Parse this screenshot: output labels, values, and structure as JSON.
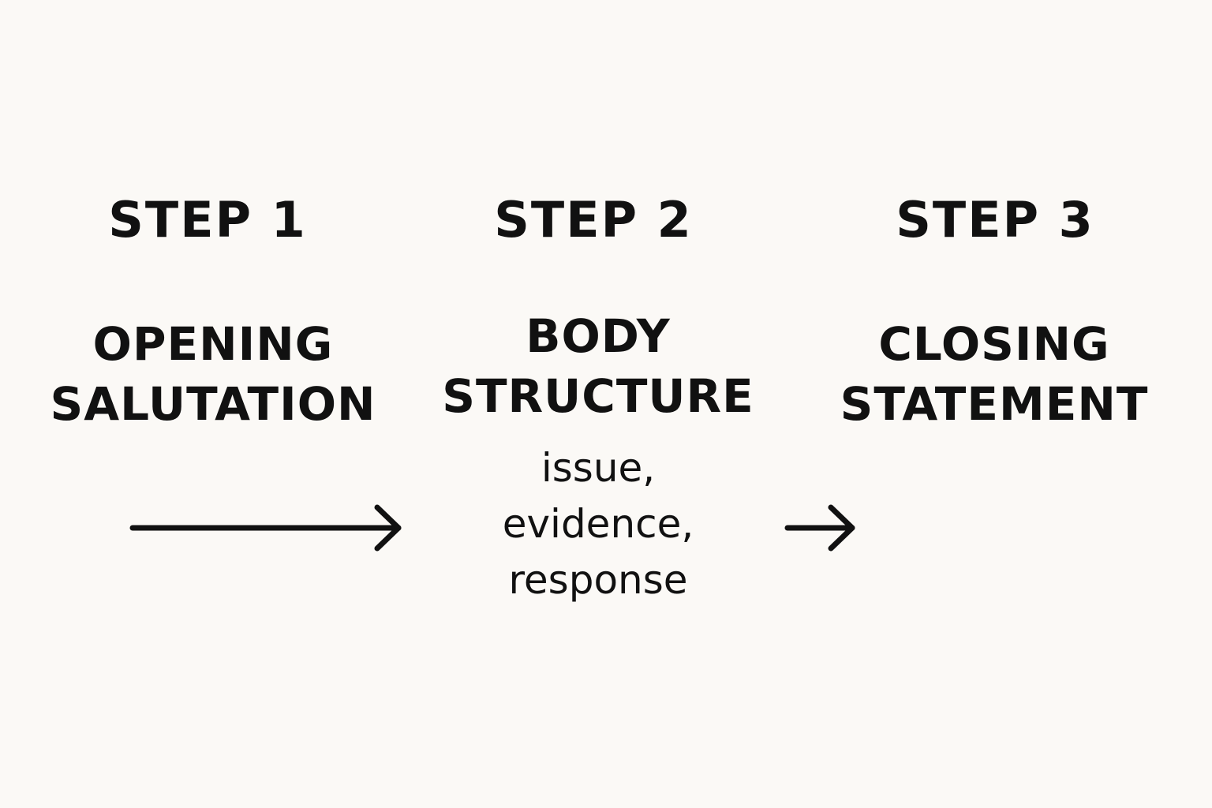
{
  "steps": [
    {
      "label": "STEP 1",
      "title": [
        "OPENING",
        "SALUTATION"
      ],
      "detail": []
    },
    {
      "label": "STEP 2",
      "title": [
        "BODY",
        "STRUCTURE"
      ],
      "detail": [
        "issue,",
        "evidence,",
        "response"
      ]
    },
    {
      "label": "STEP 3",
      "title": [
        "CLOSING",
        "STATEMENT"
      ],
      "detail": []
    }
  ],
  "colors": {
    "background": "#fbf9f6",
    "text": "#111111",
    "arrow": "#111111"
  },
  "icons": [
    "arrow-right-icon",
    "arrow-right-icon"
  ]
}
